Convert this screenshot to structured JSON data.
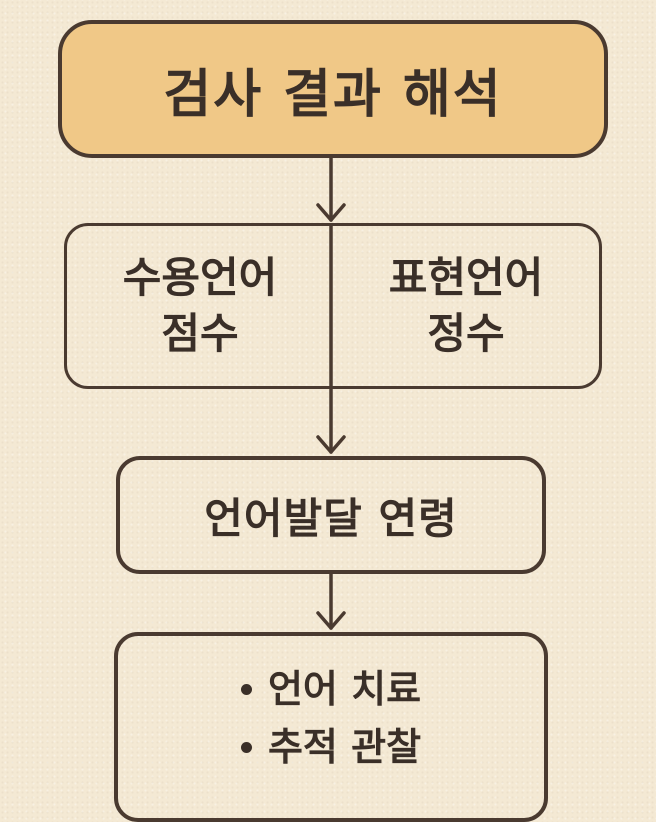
{
  "title": "검사 결과 해석",
  "scores": {
    "left": {
      "line1": "수용언어",
      "line2": "점수"
    },
    "right": {
      "line1": "표현언어",
      "line2": "정수"
    }
  },
  "age": "언어발달 연령",
  "recommendations": [
    "언어 치료",
    "추적 관찰"
  ],
  "colors": {
    "background": "#f4e9d4",
    "title_fill": "#f0c887",
    "stroke": "#4a3a30"
  }
}
